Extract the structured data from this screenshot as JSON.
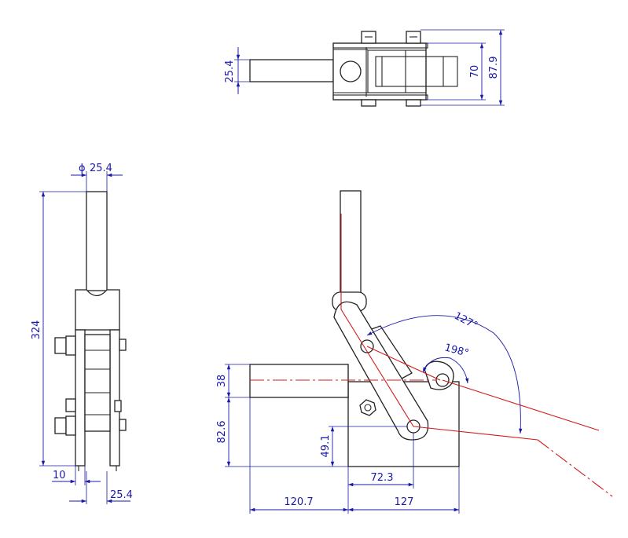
{
  "drawing": {
    "top_view": {
      "dim_rod_height": "25.4",
      "dim_body_width": "70",
      "dim_overall_width": "87.9"
    },
    "side_view": {
      "dim_rod_diameter": "25.4",
      "dim_height": "324",
      "dim_plate_offset": "10",
      "dim_rod_offset": "25.4",
      "diameter_symbol": "ϕ"
    },
    "front_view": {
      "angle_outer": "127°",
      "angle_inner": "198°",
      "dim_spindle_height": "38",
      "dim_base_height": "82.6",
      "dim_pivot_height": "49.1",
      "dim_pivot_offset": "72.3",
      "dim_spindle_reach": "120.7",
      "dim_base_length": "127"
    }
  },
  "colors": {
    "outline": "#222222",
    "dimension": "#1a1aa8",
    "centerline": "#d21a1a"
  }
}
